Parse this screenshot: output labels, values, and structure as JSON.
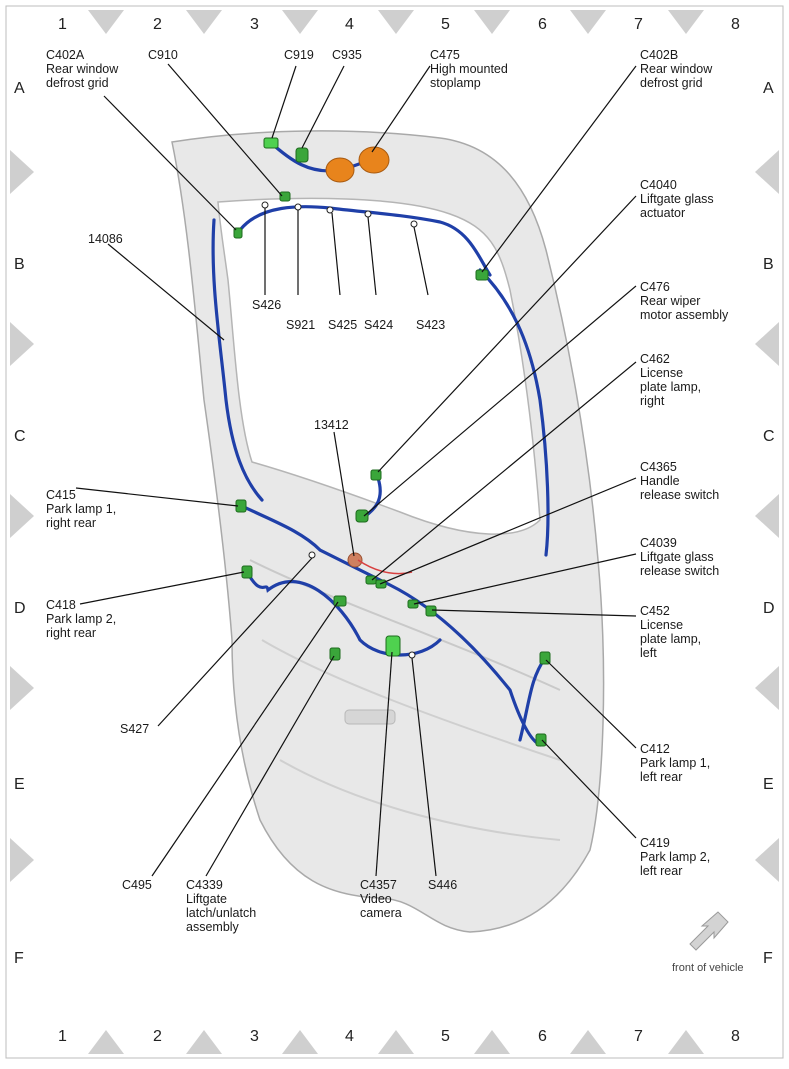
{
  "grid": {
    "columns": [
      "1",
      "2",
      "3",
      "4",
      "5",
      "6",
      "7",
      "8"
    ],
    "rows": [
      "A",
      "B",
      "C",
      "D",
      "E",
      "F"
    ]
  },
  "labels": {
    "c402a": "C402A\nRear window\ndefrost grid",
    "c910": "C910",
    "c919": "C919",
    "c935": "C935",
    "c475": "C475\nHigh mounted\nstoplamp",
    "c402b": "C402B\nRear window\ndefrost grid",
    "c4040": "C4040\nLiftgate glass\nactuator",
    "c476": "C476\nRear wiper\nmotor assembly",
    "c462": "C462\nLicense\nplate lamp,\nright",
    "c4365": "C4365\nHandle\nrelease switch",
    "c4039": "C4039\nLiftgate glass\nrelease switch",
    "c452": "C452\nLicense\nplate lamp,\nleft",
    "c412": "C412\nPark lamp 1,\nleft rear",
    "c419": "C419\nPark lamp 2,\nleft rear",
    "w14086": "14086",
    "s426": "S426",
    "s921": "S921",
    "s425": "S425",
    "s424": "S424",
    "s423": "S423",
    "w13412": "13412",
    "c415": "C415\nPark lamp 1,\nright rear",
    "c418": "C418\nPark lamp 2,\nright rear",
    "s427": "S427",
    "c495": "C495",
    "c4339": "C4339\nLiftgate\nlatch/unlatch\nassembly",
    "c4357": "C4357\nVideo\ncamera",
    "s446": "S446"
  },
  "front_of_vehicle": "front of vehicle",
  "colors": {
    "harness": "#1f3fa8",
    "connector": "#3aa63a",
    "connector_bright": "#4fd14f",
    "lamp_orange": "#e8841c",
    "panel": "#e6e6e6",
    "panel_edge": "#b8b8b8",
    "grid_marker": "#cfcfcf"
  }
}
